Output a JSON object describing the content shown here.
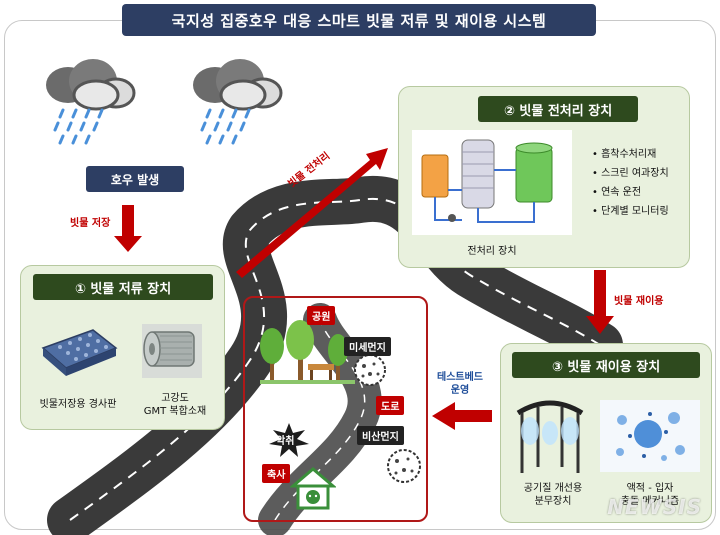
{
  "title": "국지성 집중호우 대응 스마트 빗물 저류 및 재이용 시스템",
  "rain_label": "호우 발생",
  "arrow_labels": {
    "store": "빗물 저장",
    "pretreat": "빗물 전처리",
    "reuse": "빗물 재이용",
    "testbed": "테스트베드\n운영"
  },
  "panel1": {
    "heading": "① 빗물 저류 장치",
    "items": [
      {
        "caption": "빗물저장용 경사판"
      },
      {
        "caption": "고강도\nGMT 복합소재"
      }
    ]
  },
  "panel2": {
    "heading": "② 빗물 전처리 장치",
    "caption": "전처리 장치",
    "features": [
      "흡착수처리재",
      "스크린 여과장치",
      "연속 운전",
      "단계별 모니터링"
    ]
  },
  "panel3": {
    "heading": "③ 빗물 재이용 장치",
    "items": [
      {
        "caption": "공기질 개선용\n분무장치"
      },
      {
        "caption": "액적 - 입자\n충돌 메커니즘"
      }
    ]
  },
  "testbed": {
    "park": "공원",
    "fine_dust": "미세먼지",
    "road": "도로",
    "odor": "악취",
    "road_dust": "비산먼지",
    "livestock": "축사"
  },
  "watermark": "NEWSIS",
  "colors": {
    "title_bg": "#2d3e63",
    "panel_head": "#2e4a1e",
    "panel_bg": "#e9f1de",
    "arrow_red": "#c00000",
    "road": "#3a3a3a"
  }
}
